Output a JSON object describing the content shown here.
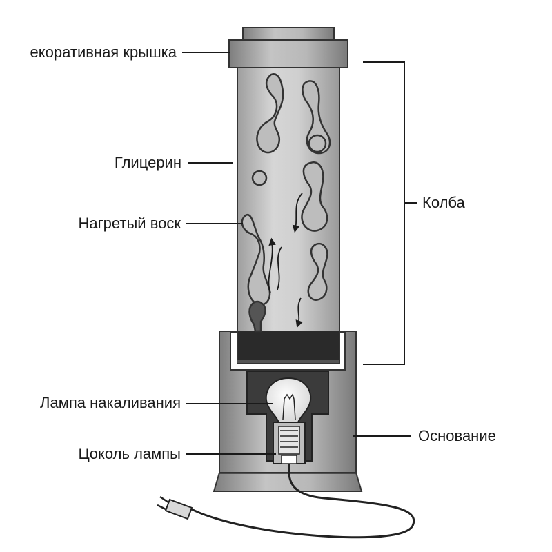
{
  "labels": {
    "lid": "екоративная крышка",
    "glycerin": "Глицерин",
    "wax": "Нагретый воск",
    "flask": "Колба",
    "lamp": "Лампа накаливания",
    "socket": "Цоколь лампы",
    "base": "Основание"
  },
  "colors": {
    "background": "#ffffff",
    "line": "#1a1a1a",
    "glass": "#c9c9c9",
    "metal": "#a9a9a9",
    "dark": "#2a2a2a"
  }
}
